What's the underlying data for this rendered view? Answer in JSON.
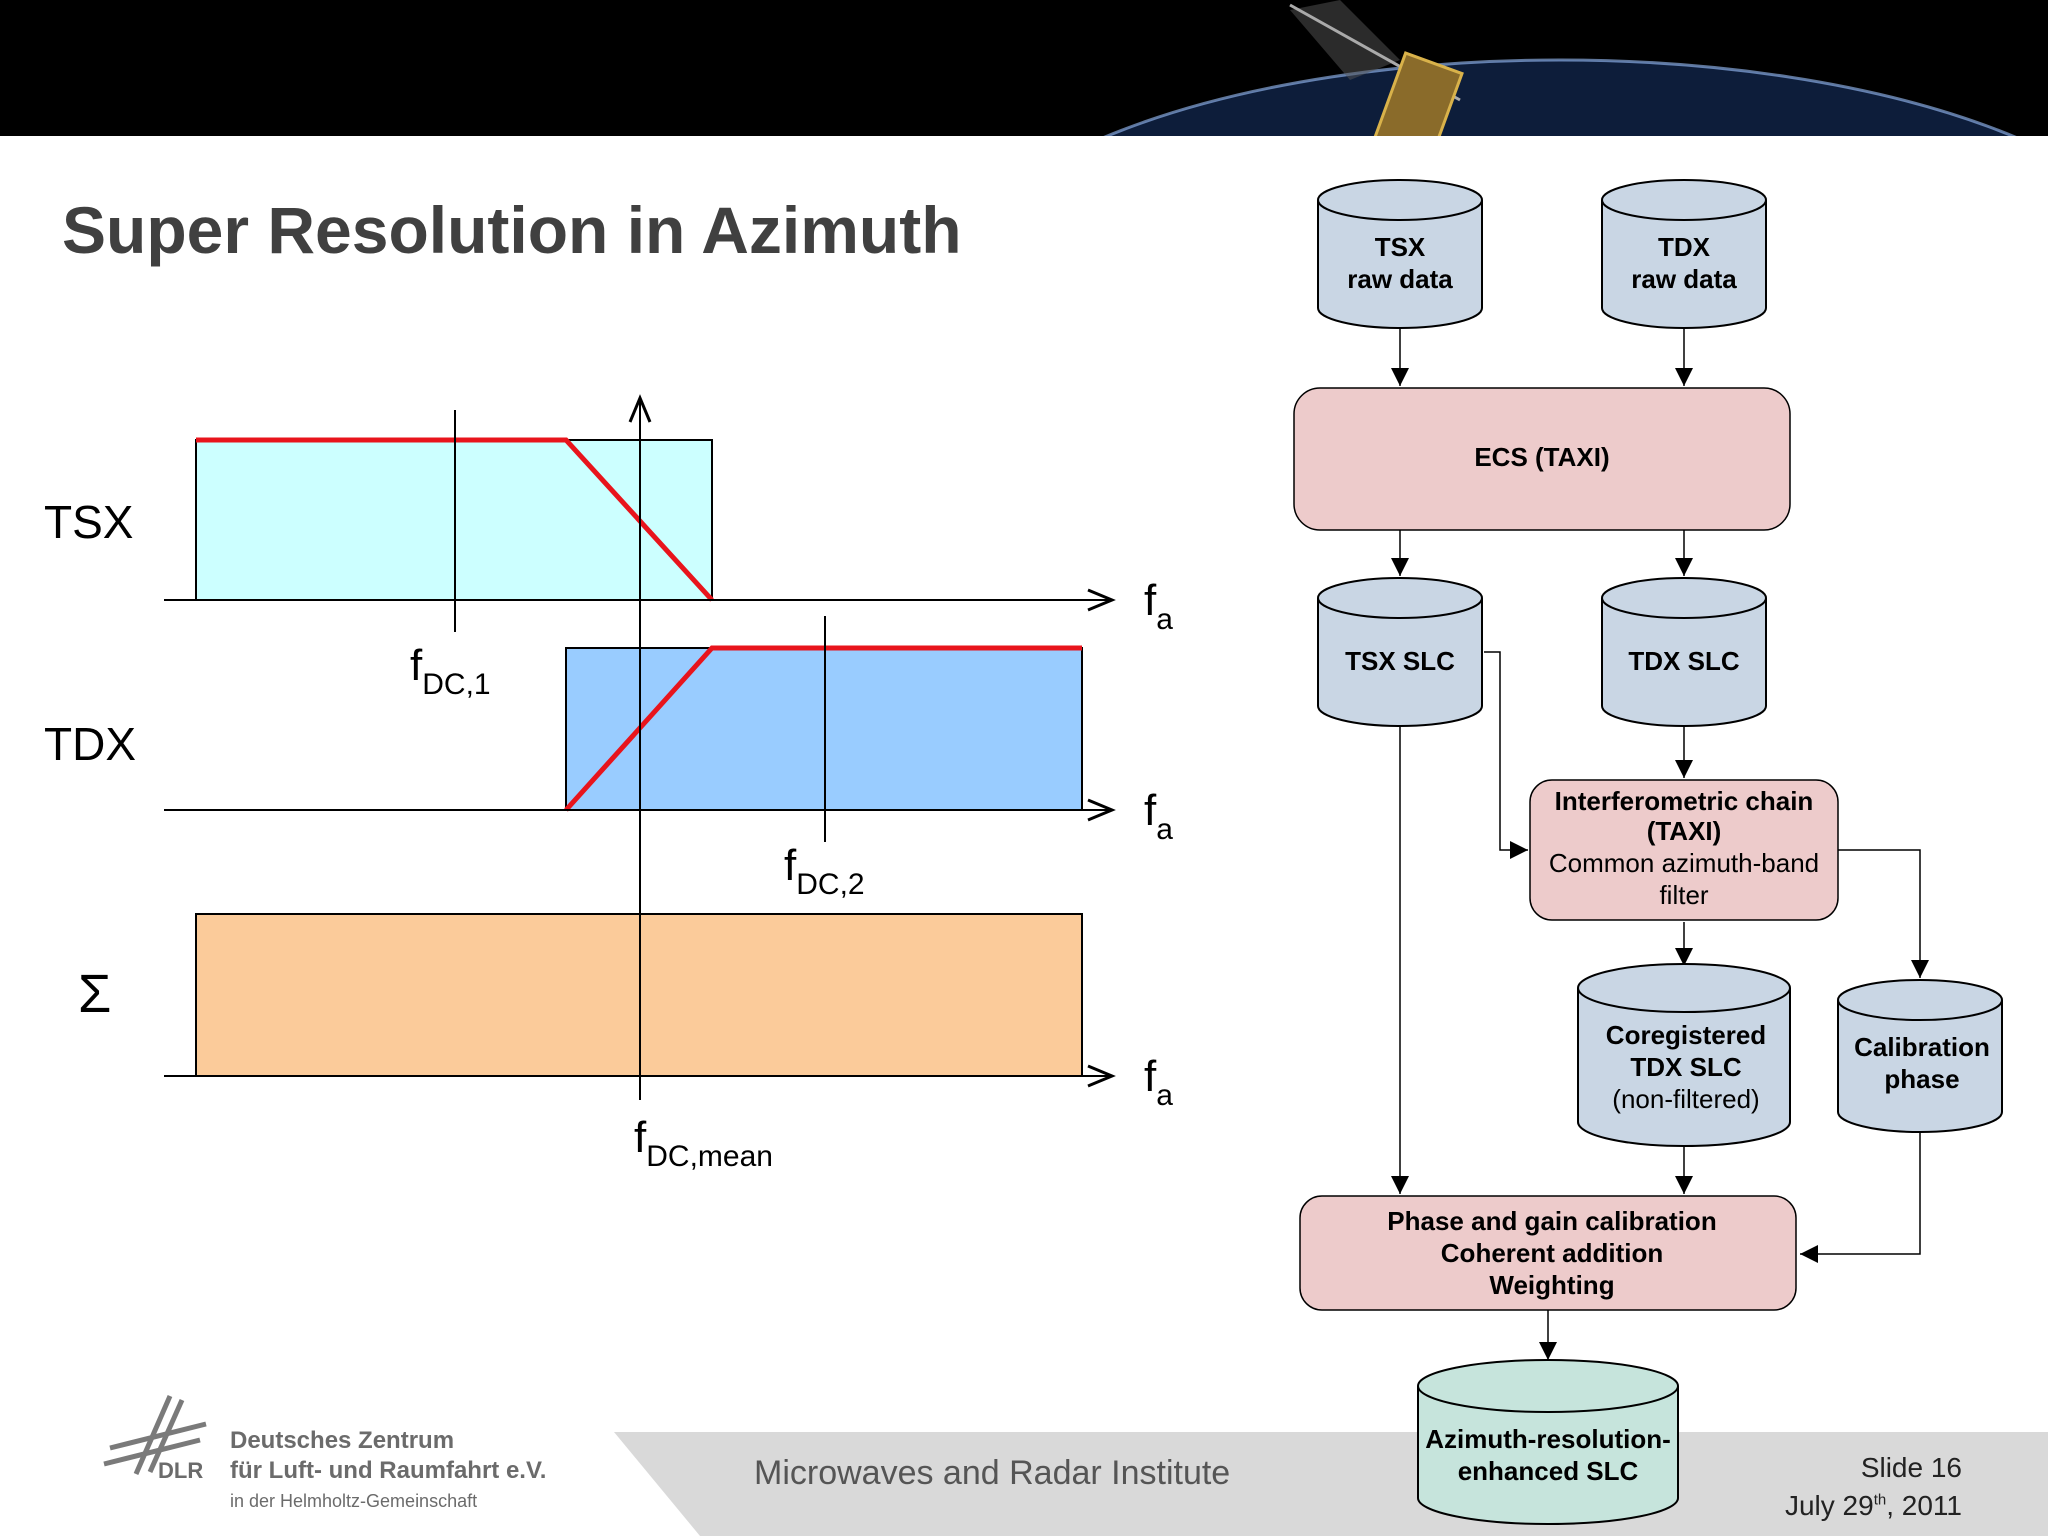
{
  "slide": {
    "title": "Super Resolution in Azimuth"
  },
  "spectra": {
    "rows": [
      {
        "label": "TSX",
        "fill": "#ccffff"
      },
      {
        "label": "TDX",
        "fill": "#99ccff"
      },
      {
        "label": "Σ",
        "fill": "#fbcb9a"
      }
    ],
    "axis_label_base": "f",
    "axis_label_sub": "a",
    "markers": [
      {
        "base": "f",
        "sub": "DC,1"
      },
      {
        "base": "f",
        "sub": "DC,2"
      },
      {
        "base": "f",
        "sub": "DC,mean"
      }
    ],
    "filter_color": "#e8141c"
  },
  "flowchart": {
    "tsx_raw": [
      "TSX",
      "raw data"
    ],
    "tdx_raw": [
      "TDX",
      "raw data"
    ],
    "ecs": "ECS (TAXI)",
    "tsx_slc": "TSX SLC",
    "tdx_slc": "TDX SLC",
    "interf": [
      "Interferometric chain",
      "(TAXI)",
      "Common azimuth-band",
      "filter"
    ],
    "coreg": [
      "Coregistered",
      "TDX SLC",
      "(non-filtered)"
    ],
    "calib": [
      "Calibration",
      "phase"
    ],
    "phase_gain": [
      "Phase and gain calibration",
      "Coherent addition",
      "Weighting"
    ],
    "output": [
      "Azimuth-resolution-",
      "enhanced SLC"
    ],
    "colors": {
      "cylinder": "#c9d6e4",
      "process": "#edcbcb",
      "output": "#c6e4dc"
    }
  },
  "footer": {
    "institute": "Microwaves and Radar Institute",
    "slide_label": "Slide 16",
    "date_prefix": "July 29",
    "date_sup": "th",
    "date_suffix": ", 2011",
    "org_line1": "Deutsches Zentrum",
    "org_line2": "für Luft- und Raumfahrt e.V.",
    "org_line3": "in der Helmholtz-Gemeinschaft",
    "org_abbr": "DLR"
  }
}
